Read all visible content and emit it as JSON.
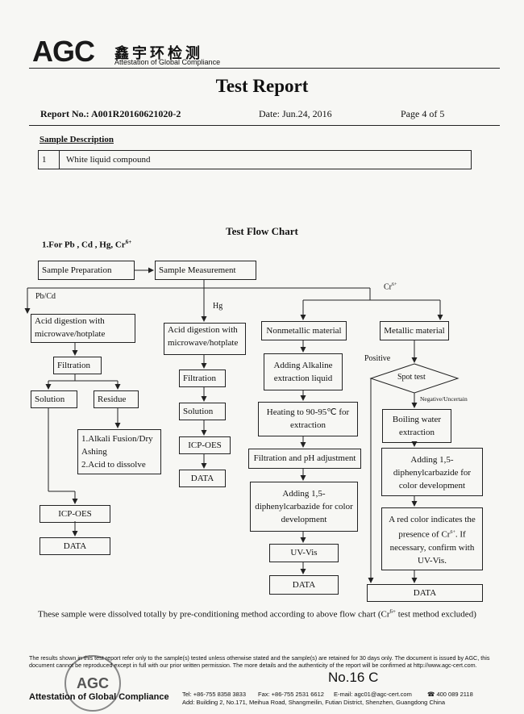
{
  "header": {
    "logo_text": "AGC",
    "logo_cn": "鑫宇环检测",
    "logo_sub": "Attestation of Global Compliance"
  },
  "title": "Test Report",
  "meta": {
    "report_no": "Report No.: A001R20160621020-2",
    "date": "Date: Jun.24, 2016",
    "page": "Page 4 of 5"
  },
  "sample_description": {
    "label": "Sample Description",
    "rows": [
      {
        "num": "1",
        "value": "White liquid compound"
      }
    ]
  },
  "flow_chart": {
    "title": "Test Flow Chart",
    "subtitle": "1.For Pb , Cd , Hg, Cr",
    "subtitle_sup": "6+",
    "sample_prep": "Sample Preparation",
    "sample_meas": "Sample Measurement",
    "branch_pbcd": "Pb/Cd",
    "branch_hg": "Hg",
    "branch_cr": "Cr",
    "branch_cr_sup": "6+",
    "pbcd": {
      "acid_digestion": "Acid digestion with microwave/hotplate",
      "filtration": "Filtration",
      "solution": "Solution",
      "residue": "Residue",
      "alkali_1": "1.Alkali Fusion/Dry Ashing",
      "alkali_2": "2.Acid to dissolve",
      "icp": "ICP-OES",
      "data": "DATA"
    },
    "hg": {
      "acid_digestion": "Acid digestion with microwave/hotplate",
      "filtration": "Filtration",
      "solution": "Solution",
      "icp": "ICP-OES",
      "data": "DATA"
    },
    "nonmetal": {
      "title": "Nonmetallic material",
      "alkaline": "Adding Alkaline extraction liquid",
      "heating": "Heating to 90-95℃ for extraction",
      "filtration_ph": "Filtration and pH adjustment",
      "adding": "Adding 1,5-diphenylcarbazide for color development",
      "uvvis": "UV-Vis",
      "data": "DATA"
    },
    "metal": {
      "title": "Metallic material",
      "positive": "Positive",
      "spot_test": "Spot test",
      "negative": "Negative/Uncertain",
      "boiling": "Boiling water extraction",
      "adding": "Adding 1,5- diphenylcarbazide for color development",
      "red_color_a": "A red color indicates the presence of Cr",
      "red_color_sup": "6+",
      "red_color_b": ". If necessary, confirm with UV-Vis.",
      "data": "DATA"
    }
  },
  "note": {
    "text_a": "These sample were dissolved totally by pre-conditioning method according to above flow chart (Cr",
    "sup": "6+",
    "text_b": " test method excluded)"
  },
  "footer": {
    "disclaimer": "The results shown in this test report refer only to the sample(s) tested unless otherwise stated and the sample(s) are retained for 30 days only. The document is issued by AGC, this document cannot be reproduced except in full with our prior written permission. The more details and the authenticity of the report will be confirmed at http://www.agc-cert.com.",
    "stamp_text": "AGC",
    "attestation": "Attestation of Global Compliance",
    "number": "No.16 C",
    "tel": "Tel: +86-755 8358 3833",
    "fax": "Fax: +86-755 2531 6612",
    "email": "E-mail: agc01@agc-cert.com",
    "hotline": "400 089 2118",
    "address": "Add: Building 2, No.171, Meihua Road, Shangmeilin, Futian District, Shenzhen, Guangdong China"
  }
}
